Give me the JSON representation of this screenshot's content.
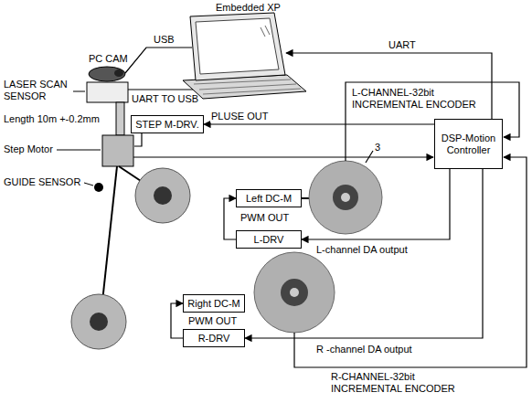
{
  "diagram": {
    "nodes": [
      {
        "text": [
          "STEP M-DRV."
        ]
      },
      {
        "text": [
          "DSP-Motion Controller"
        ]
      },
      {
        "text": [
          "Left DC-M"
        ]
      },
      {
        "text": [
          "L-DRV"
        ]
      },
      {
        "text": [
          "Right DC-M"
        ]
      },
      {
        "text": [
          "R-DRV"
        ]
      }
    ],
    "edges": [
      {
        "from": 1,
        "to": 0,
        "label": "PLUSE OUT",
        "arrow": "to"
      },
      {
        "from": 3,
        "to": 2,
        "label": "PWM OUT",
        "arrow": "to"
      },
      {
        "from": 1,
        "to": 3,
        "label": "L-channel DA output",
        "arrow": "to"
      },
      {
        "from": 5,
        "to": 4,
        "label": "PWM OUT",
        "arrow": "to"
      },
      {
        "from": 1,
        "to": 5,
        "label": "R -channel DA output",
        "arrow": "to"
      }
    ],
    "labels": [
      "Embedded XP",
      "USB",
      "UART",
      "PC CAM",
      "LASER SCAN SENSOR",
      "L-CHANNEL-32bit INCREMENTAL ENCODER",
      "UART TO USB",
      "Length 10m +-0.2mm",
      "Step Motor",
      "3",
      "GUIDE SENSOR",
      "R-CHANNEL-32bit INCREMENTAL ENCODER"
    ]
  }
}
